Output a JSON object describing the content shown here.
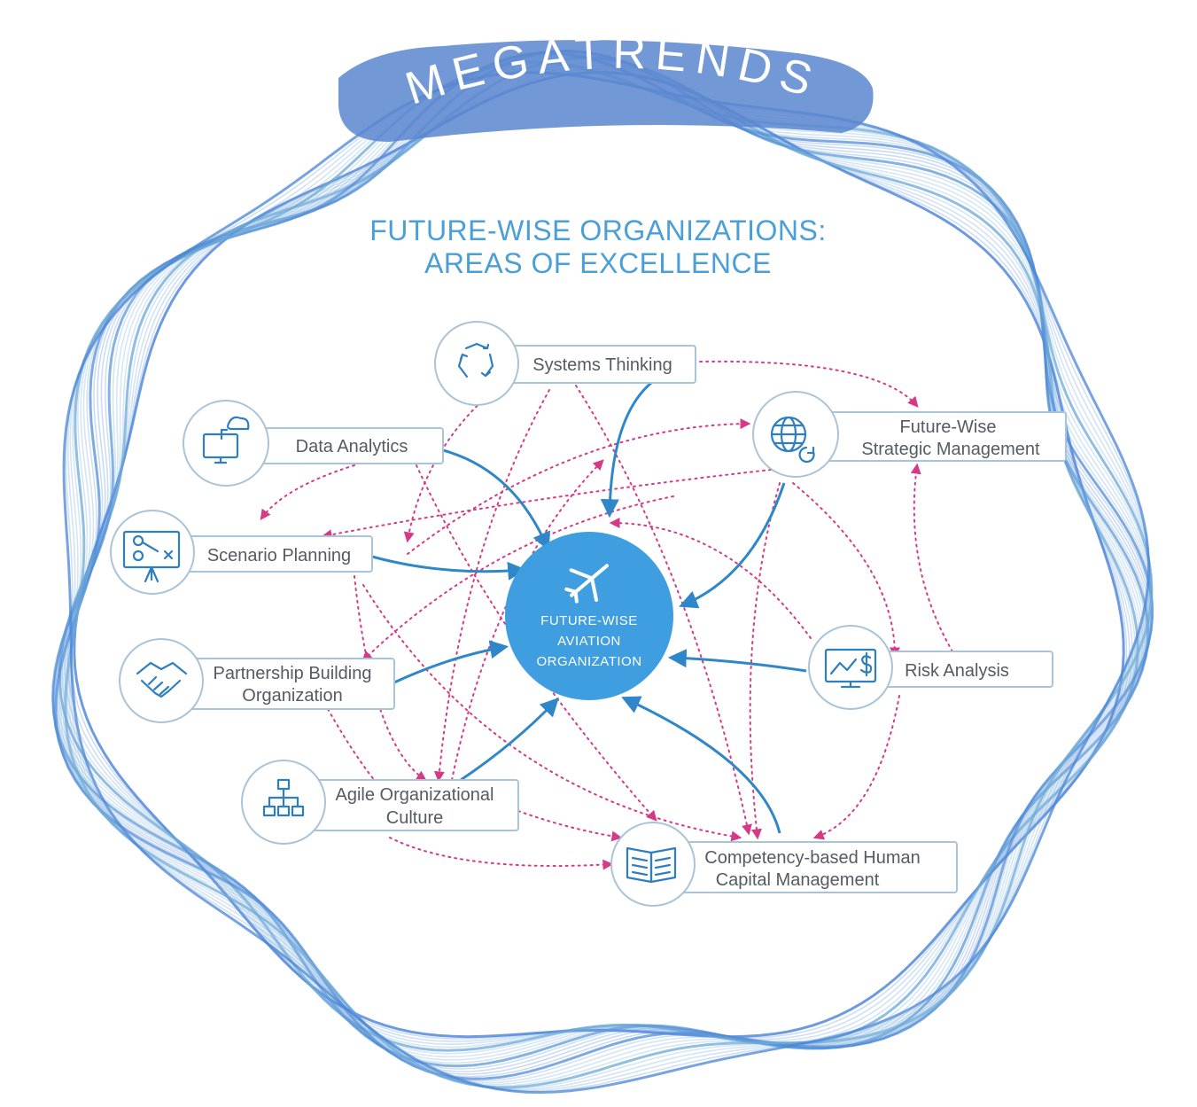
{
  "banner": "MEGATRENDS",
  "title": {
    "line1": "FUTURE-WISE ORGANIZATIONS:",
    "line2": "AREAS OF EXCELLENCE"
  },
  "center": {
    "line1": "FUTURE-WISE",
    "line2": "AVIATION",
    "line3": "ORGANIZATION"
  },
  "nodes": {
    "systems_thinking": {
      "line1": "Systems Thinking",
      "icon": "recycle-icon"
    },
    "data_analytics": {
      "line1": "Data Analytics",
      "icon": "cloud-monitor-icon"
    },
    "strategic_management": {
      "line1": "Future-Wise",
      "line2": "Strategic Management",
      "icon": "globe-refresh-icon"
    },
    "scenario_planning": {
      "line1": "Scenario Planning",
      "icon": "presentation-board-icon"
    },
    "partnership_building": {
      "line1": "Partnership Building",
      "line2": "Organization",
      "icon": "handshake-icon"
    },
    "risk_analysis": {
      "line1": "Risk Analysis",
      "icon": "monitor-dollar-icon"
    },
    "agile_culture": {
      "line1": "Agile Organizational",
      "line2": "Culture",
      "icon": "org-chart-icon"
    },
    "human_capital": {
      "line1": "Competency-based Human",
      "line2": "Capital Management",
      "icon": "open-book-icon"
    }
  },
  "colors": {
    "ring": "#3d6fc4",
    "banner": "#5a86cf",
    "title": "#4a9fd8",
    "center_circle": "#3f9ee0",
    "solid_arrow": "#2f86c8",
    "dotted_arrow": "#d63a86"
  }
}
